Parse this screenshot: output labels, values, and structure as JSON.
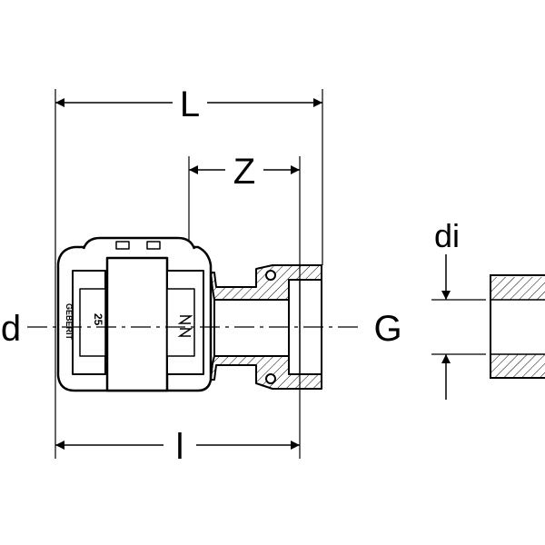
{
  "labels": {
    "L": "L",
    "Z": "Z",
    "l": "l",
    "d": "d",
    "G": "G",
    "di": "di"
  },
  "fitting_marks": {
    "size": "25",
    "brand": "GEBERIT"
  },
  "colors": {
    "line": "#000000",
    "background": "#ffffff"
  }
}
